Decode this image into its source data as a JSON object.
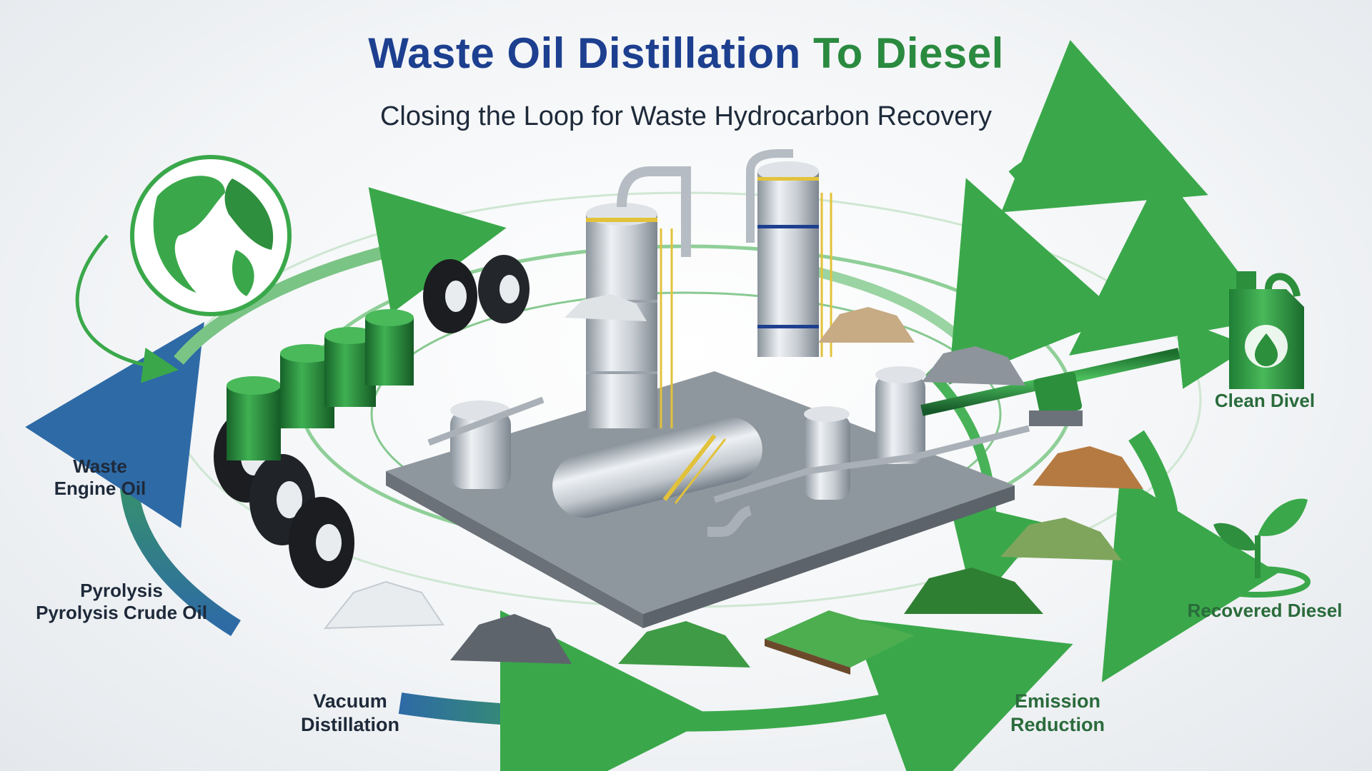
{
  "header": {
    "title_part1": "Waste Oil Distillation ",
    "title_part2": "To Diesel",
    "subtitle": "Closing the Loop for Waste Hydrocarbon Recovery"
  },
  "stages": {
    "waste_engine_oil": {
      "line1": "Waste",
      "line2": "Engine Oil"
    },
    "pyrolysis": {
      "line1": "Pyrolysis",
      "line2": "Pyrolysis Crude Oil"
    },
    "vacuum_distillation": {
      "line1": "Vacuum",
      "line2": "Distillation"
    },
    "emission_reduction": {
      "line1": "Emission",
      "line2": "Reduction"
    },
    "clean_diesel": {
      "label": "Clean Divel"
    },
    "recovered_diesel": {
      "label": "Recovered Diesel"
    }
  },
  "colors": {
    "title_blue": "#1d3f8f",
    "title_green": "#2a8a3f",
    "arrow_blue": "#2e6aa6",
    "arrow_green": "#3aa84a",
    "barrel_green": "#2b8f3c"
  },
  "icons": {
    "globe": "globe-icon",
    "recycle": "recycle-arrows-icon",
    "jerrycan": "jerrycan-droplet-icon",
    "sprout": "sprout-icon"
  }
}
